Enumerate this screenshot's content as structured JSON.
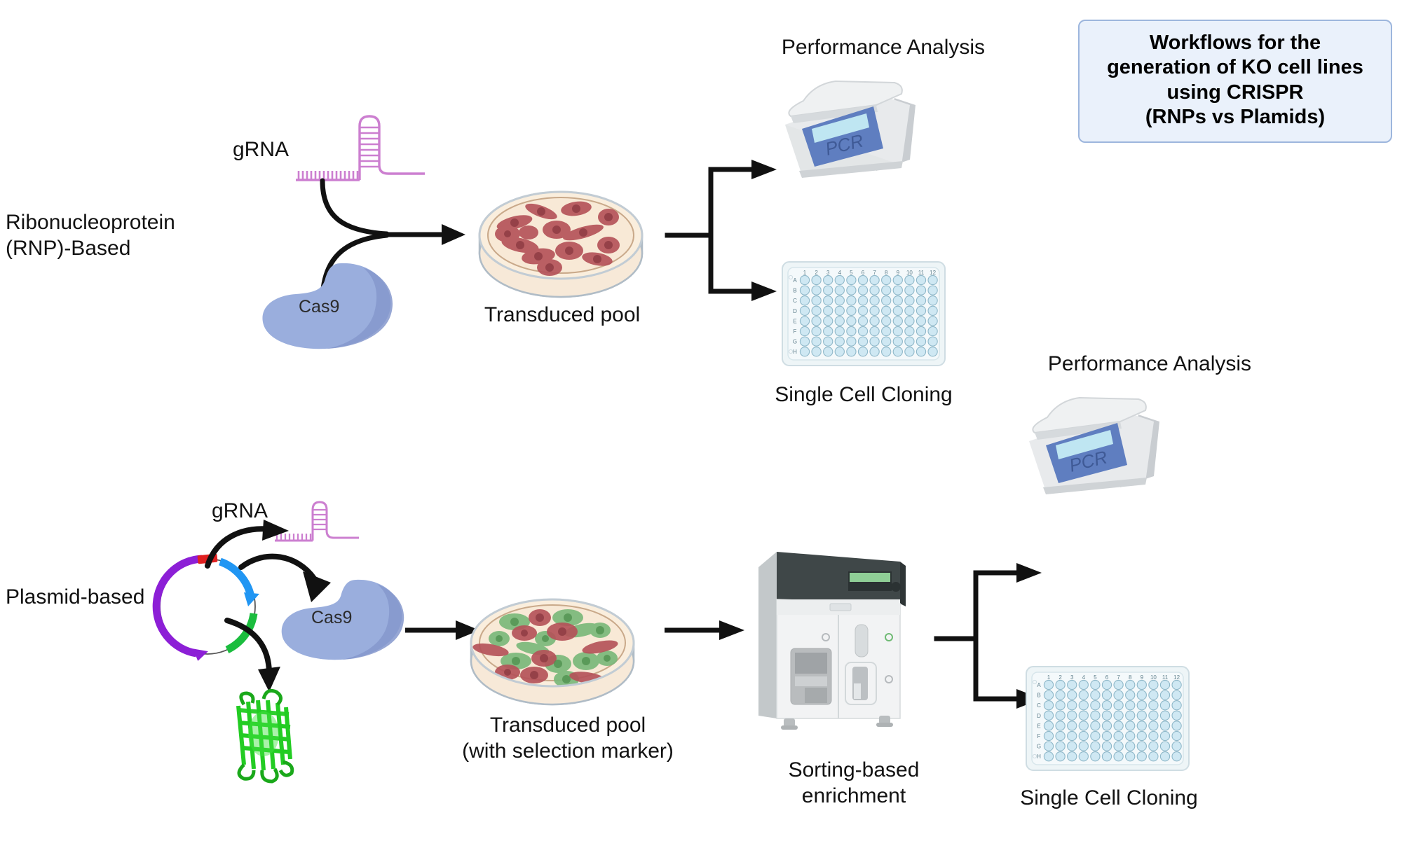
{
  "title_card": {
    "text": "Workflows for the\ngeneration of KO cell lines\nusing CRISPR\n(RNPs vs Plamids)",
    "bg": "#eaf1fb",
    "border": "#9db6dd"
  },
  "rows": [
    {
      "id": "rnp",
      "row_label": "Ribonucleoprotein\n(RNP)-Based",
      "grna_label": "gRNA",
      "cas9_label": "Cas9",
      "dish_label": "Transduced pool",
      "pcr_title": "Performance Analysis",
      "pcr_screen_text": "PCR",
      "plate_label": "Single Cell Cloning"
    },
    {
      "id": "plasmid",
      "row_label": "Plasmid-based",
      "grna_label": "gRNA",
      "cas9_label": "Cas9",
      "dish_label": "Transduced pool\n(with selection marker)",
      "sorter_label": "Sorting-based\nenrichment",
      "pcr_title": "Performance Analysis",
      "pcr_screen_text": "PCR",
      "plate_label": "Single Cell Cloning"
    }
  ],
  "well_plate": {
    "columns": [
      "1",
      "2",
      "3",
      "4",
      "5",
      "6",
      "7",
      "8",
      "9",
      "10",
      "11",
      "12"
    ],
    "rows": [
      "A",
      "B",
      "C",
      "D",
      "E",
      "F",
      "G",
      "H"
    ],
    "well_fill": "#cfe8f3",
    "well_stroke": "#8fb8c9",
    "body_fill": "#eef5f7"
  },
  "colors": {
    "grna_pink": "#cc7fd0",
    "cas9_blue": "#9aaedd",
    "cas9_blue_dark": "#8598cc",
    "plasmid_purple": "#8c1fd6",
    "plasmid_blue": "#2196f3",
    "plasmid_green": "#1bbd3e",
    "plasmid_red": "#e02020",
    "gfp_green": "#23cc23",
    "cell_red": "#b5535a",
    "cell_green": "#7ab87a",
    "dish_media": "#f7e7d4",
    "dish_rim": "#c9d3db",
    "pcr_body": "#e8eaec",
    "pcr_panel": "#5f7ec0",
    "pcr_screen": "#bfe6f2",
    "sorter_top": "#3f4748",
    "sorter_screen": "#8fce96",
    "arrow": "#111111"
  }
}
